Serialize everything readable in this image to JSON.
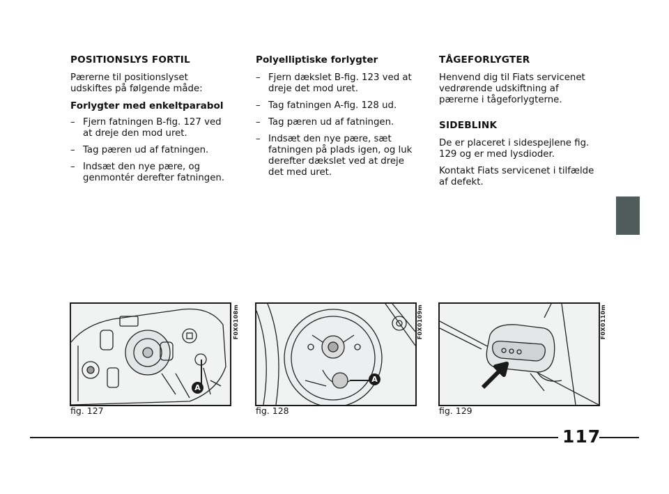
{
  "column1": {
    "heading": "POSITIONSLYS FORTIL",
    "intro": "Pærerne til positionslyset udskiftes på følgende måde:",
    "subheading": "Forlygter med enkeltparabol",
    "steps": [
      "Fjern fatningen B-fig. 127 ved at dreje den mod uret.",
      "Tag pæren ud af fatningen.",
      "Indsæt den nye pære, og genmontér derefter fatningen."
    ]
  },
  "column2": {
    "heading": "Polyelliptiske forlygter",
    "steps": [
      "Fjern dækslet B-fig. 123 ved at dreje det mod uret.",
      "Tag fatningen A-fig. 128 ud.",
      "Tag pæren ud af fatningen.",
      "Indsæt den nye pære, sæt fatningen på plads igen, og luk derefter dækslet ved at dreje det med uret."
    ]
  },
  "column3": {
    "heading1": "TÅGEFORLYGTER",
    "text1": "Henvend dig til Fiats servicenet vedrørende udskiftning af pærerne i tågeforlygterne.",
    "heading2": "SIDEBLINK",
    "text2": "De er placeret i sidespejlene fig. 129 og er med lysdioder.",
    "text3": "Kontakt Fiats servicenet i tilfælde af defekt."
  },
  "figures": [
    {
      "caption": "fig. 127",
      "code": "F0X0108m",
      "marker": "A"
    },
    {
      "caption": "fig. 128",
      "code": "F0X0109m",
      "marker": "A"
    },
    {
      "caption": "fig. 129",
      "code": "F0X0110m"
    }
  ],
  "page_number": "117",
  "colors": {
    "tab": "#505c5c",
    "marker": "#1a1a1a"
  }
}
